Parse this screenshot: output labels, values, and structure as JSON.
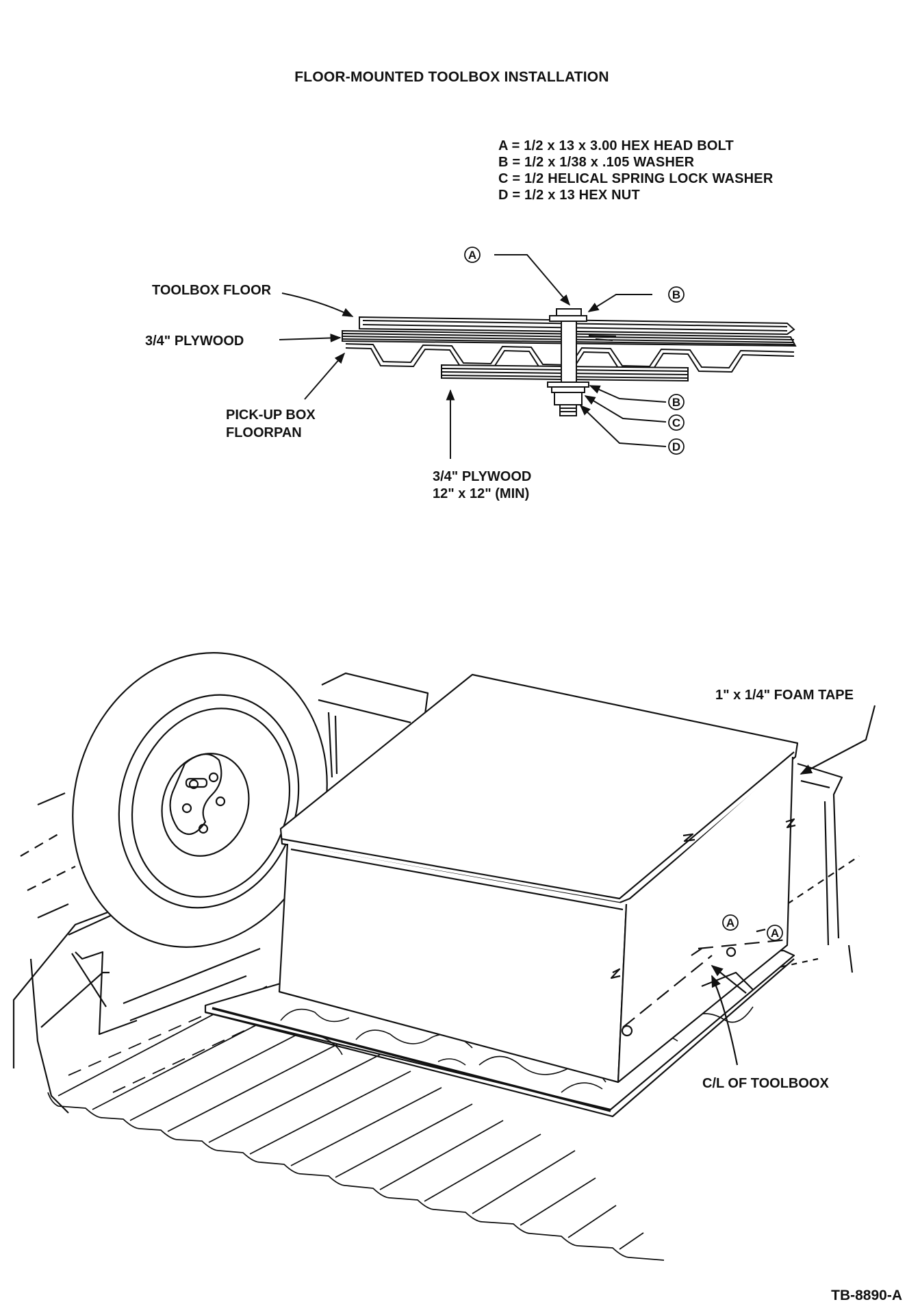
{
  "title": "FLOOR-MOUNTED TOOLBOX INSTALLATION",
  "legend": [
    "A = 1/2 x 13 x 3.00 HEX HEAD BOLT",
    "B = 1/2 x 1/38 x .105 WASHER",
    "C = 1/2 HELICAL SPRING LOCK WASHER",
    "D = 1/2 x 13 HEX NUT"
  ],
  "section_view": {
    "labels": {
      "toolbox_floor": "TOOLBOX FLOOR",
      "plywood_top": "3/4\" PLYWOOD",
      "floorpan_line1": "PICK-UP BOX",
      "floorpan_line2": "FLOORPAN",
      "plywood_bottom_line1": "3/4\" PLYWOOD",
      "plywood_bottom_line2": "12\" x 12\" (MIN)"
    },
    "callouts": [
      "A",
      "B",
      "B",
      "C",
      "D"
    ]
  },
  "perspective_view": {
    "labels": {
      "foam_tape": "1\" x 1/4\" FOAM TAPE",
      "centerline": "C/L OF TOOLBOOX"
    },
    "callouts": [
      "A",
      "A"
    ]
  },
  "figure_id": "TB-8890-A"
}
